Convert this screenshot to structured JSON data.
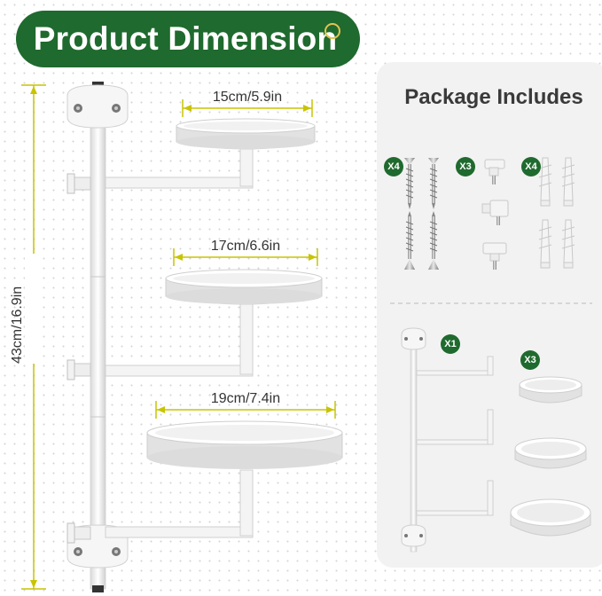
{
  "title": "Product Dimension",
  "height_label": "43cm/16.9in",
  "trays": [
    {
      "label": "15cm/5.9in"
    },
    {
      "label": "17cm/6.6in"
    },
    {
      "label": "19cm/7.4in"
    }
  ],
  "package": {
    "title": "Package Includes",
    "screws_qty": "X4",
    "knobs_qty": "X3",
    "anchors_qty": "X4",
    "rack_qty": "X1",
    "trays_qty": "X3"
  },
  "colors": {
    "title_bg": "#1f6a2e",
    "dimension_line": "#c8c400",
    "panel_bg": "#f2f2f2"
  }
}
